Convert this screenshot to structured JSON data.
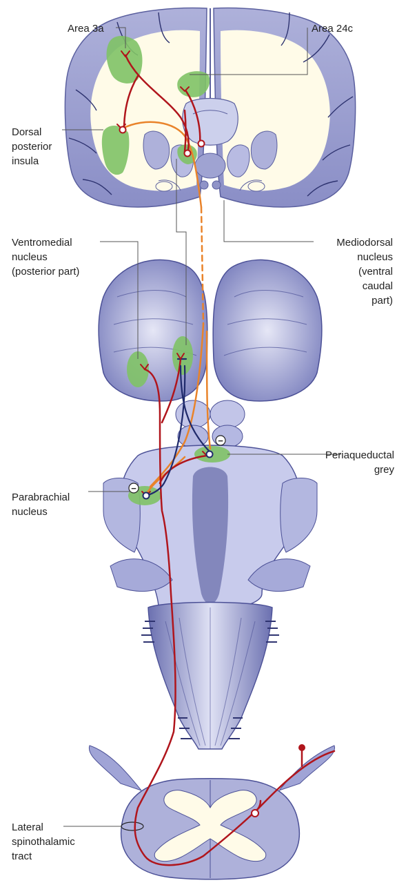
{
  "labels": {
    "area_3a": "Area 3a",
    "area_24c": "Area 24c",
    "dorsal_posterior_insula": [
      "Dorsal",
      "posterior",
      "insula"
    ],
    "ventromedial_nucleus": [
      "Ventromedial",
      "nucleus",
      "(posterior part)"
    ],
    "mediodorsal_nucleus": [
      "Mediodorsal",
      "nucleus",
      "(ventral",
      "caudal",
      "part)"
    ],
    "periaqueductal_grey": [
      "Periaqueductal",
      "grey"
    ],
    "parabrachial_nucleus": [
      "Parabrachial",
      "nucleus"
    ],
    "lateral_spinothalamic_tract": [
      "Lateral",
      "spinothalamic",
      "tract"
    ]
  },
  "symbols": {
    "inhibition_marker": "−"
  },
  "colors": {
    "tissue_blue": "#8f93c8",
    "tissue_dark": "#5a5f9e",
    "white_matter": "#fffbe8",
    "nucleus_green": "#7fc266",
    "pathway_red": "#b0151c",
    "pathway_orange": "#e9832a",
    "pathway_navy": "#1f2a6b",
    "leader_line": "#555555"
  }
}
